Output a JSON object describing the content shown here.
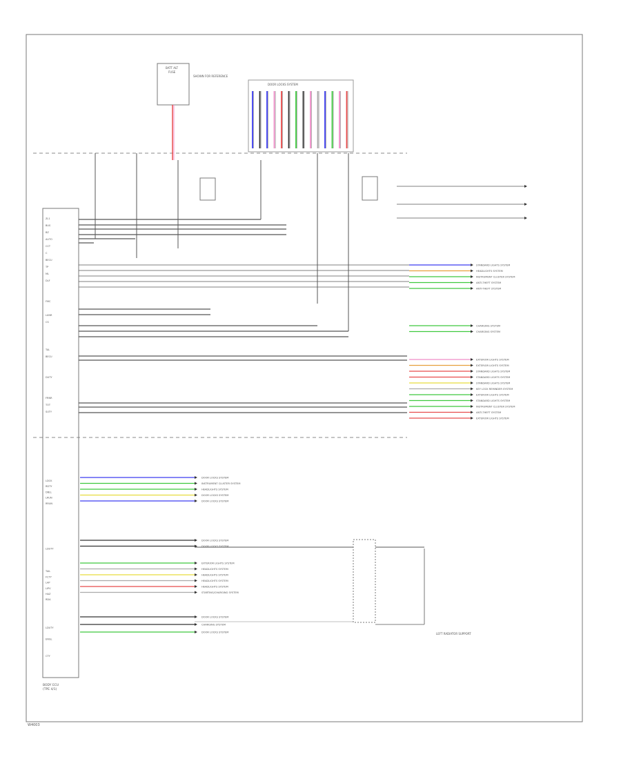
{
  "module": {
    "line1": "BODY ECU",
    "line2": "(TPE 4/1)"
  },
  "footer_code": "W4003",
  "colors": {
    "blue": "#3a3af0",
    "green": "#3cc83c",
    "red": "#e84a4a",
    "pink": "#f08cc8",
    "yellow": "#e6dc3c",
    "orange": "#e6a03c",
    "black": "#333333",
    "gray": "#aaaaaa"
  },
  "left_pins": [
    "ZL1",
    "BUS",
    "BZ",
    "AUTO",
    "CCT",
    "C",
    "BECU",
    "TP",
    "ML",
    "DLF",
    "",
    "",
    "FMC",
    "",
    "LUNR",
    "CS",
    "",
    "",
    "",
    "TAL",
    "BECU",
    "",
    "",
    "DUTY",
    "",
    "",
    "FRNR",
    "TOT",
    "SUTY"
  ],
  "left_pins2": [
    "LDCK",
    "RDTY",
    "DBLL",
    "LRUN",
    "RRUN",
    "",
    "",
    "",
    "",
    "",
    "",
    "",
    "LDUTY",
    "",
    "",
    "",
    "TAIL",
    "FCTY",
    "LAP",
    "LIPV",
    "HAZ",
    "RDA",
    "",
    "",
    "",
    "",
    "LDUTY",
    "",
    "ENGL",
    "",
    "",
    "CTY"
  ],
  "right_systems": [
    {
      "label": "STANDARD LIGHTS SYSTEM",
      "color": "blue"
    },
    {
      "label": "HEADLIGHTS SYSTEM",
      "color": "orange"
    },
    {
      "label": "INSTRUMENT CLUSTER SYSTEM",
      "color": "green"
    },
    {
      "label": "ANTI-THEFT SYSTEM",
      "color": "green"
    },
    {
      "label": "ANTI-THEFT SYSTEM",
      "color": "green"
    }
  ],
  "right_systems2": [
    {
      "label": "CHARGING SYSTEM",
      "color": "green"
    },
    {
      "label": "CHARGING SYSTEM",
      "color": "green"
    }
  ],
  "right_systems3": [
    {
      "label": "EXTERIOR LIGHTS SYSTEM",
      "color": "pink"
    },
    {
      "label": "EXTERIOR LIGHTS SYSTEM",
      "color": "orange"
    },
    {
      "label": "STANDARD LIGHTS SYSTEM",
      "color": "red"
    },
    {
      "label": "STANDARD LIGHTS SYSTEM",
      "color": "red"
    },
    {
      "label": "STANDARD LIGHTS SYSTEM",
      "color": "yellow"
    },
    {
      "label": "KEY LOCK REMINDER SYSTEM",
      "color": "gray"
    },
    {
      "label": "EXTERIOR LIGHTS SYSTEM",
      "color": "green"
    },
    {
      "label": "STANDARD LIGHTS SYSTEM",
      "color": "green"
    },
    {
      "label": "INSTRUMENT CLUSTER SYSTEM",
      "color": "green"
    },
    {
      "label": "ANTI-THEFT SYSTEM",
      "color": "red"
    },
    {
      "label": "EXTERIOR LIGHTS SYSTEM",
      "color": "red"
    }
  ],
  "lower_systems": [
    {
      "label": "DOOR LOCKS SYSTEM",
      "color": "blue"
    },
    {
      "label": "INSTRUMENT CLUSTER SYSTEM",
      "color": "green"
    },
    {
      "label": "HEADLIGHTS SYSTEM",
      "color": "green"
    },
    {
      "label": "DOOR LOCKS SYSTEM",
      "color": "yellow"
    },
    {
      "label": "DOOR LOCKS SYSTEM",
      "color": "blue"
    }
  ],
  "lower_systems2": [
    {
      "label": "DOOR LOCKS SYSTEM",
      "color": "black"
    },
    {
      "label": "DOOR LOCKS SYSTEM",
      "color": "black"
    }
  ],
  "lower_systems3": [
    {
      "label": "EXTERIOR LIGHTS SYSTEM",
      "color": "green"
    },
    {
      "label": "HEADLIGHTS SYSTEM",
      "color": "gray"
    },
    {
      "label": "HEADLIGHTS SYSTEM",
      "color": "yellow"
    },
    {
      "label": "HEADLIGHTS SYSTEM",
      "color": "gray"
    },
    {
      "label": "HEADLIGHTS SYSTEM",
      "color": "red"
    },
    {
      "label": "STARTING/CHARGING SYSTEM",
      "color": "gray"
    }
  ],
  "lower_systems4": [
    {
      "label": "DOOR LOCKS SYSTEM",
      "color": "black"
    },
    {
      "label": "CHARGING SYSTEM",
      "color": "black"
    },
    {
      "label": "DOOR LOCKS SYSTEM",
      "color": "green"
    }
  ],
  "top_block_label": "DOOR LOCKS SYSTEM",
  "fuse_block": {
    "line1": "BATT ALT",
    "line2": "FUSE"
  },
  "right_notes": {
    "ground": "LEFT RADIATOR SUPPORT",
    "left": "SHOWN FOR REFERENCE"
  }
}
